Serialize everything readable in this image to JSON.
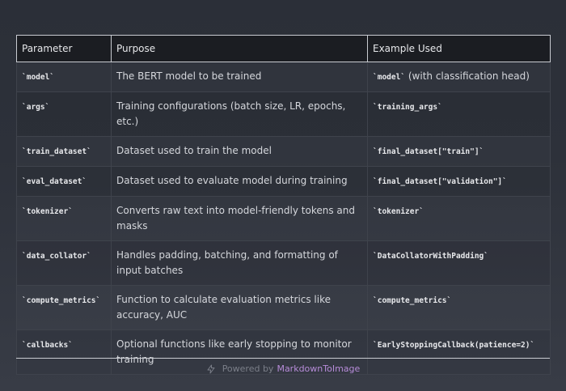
{
  "table": {
    "headers": [
      "Parameter",
      "Purpose",
      "Example Used"
    ],
    "rows": [
      {
        "param": "`model`",
        "purpose": "The BERT model to be trained",
        "example_code": "`model`",
        "example_text": " (with classification head)"
      },
      {
        "param": "`args`",
        "purpose": "Training configurations (batch size, LR, epochs, etc.)",
        "example_code": "`training_args`",
        "example_text": ""
      },
      {
        "param": "`train_dataset`",
        "purpose": "Dataset used to train the model",
        "example_code": "`final_dataset[\"train\"]`",
        "example_text": ""
      },
      {
        "param": "`eval_dataset`",
        "purpose": "Dataset used to evaluate model during training",
        "example_code": "`final_dataset[\"validation\"]`",
        "example_text": ""
      },
      {
        "param": "`tokenizer`",
        "purpose": "Converts raw text into model-friendly tokens and masks",
        "example_code": "`tokenizer`",
        "example_text": ""
      },
      {
        "param": "`data_collator`",
        "purpose": "Handles padding, batching, and formatting of input batches",
        "example_code": "`DataCollatorWithPadding`",
        "example_text": ""
      },
      {
        "param": "`compute_metrics`",
        "purpose": "Function to calculate evaluation metrics like accuracy, AUC",
        "example_code": "`compute_metrics`",
        "example_text": ""
      },
      {
        "param": "`callbacks`",
        "purpose": "Optional functions like early stopping to monitor training",
        "example_code": "`EarlyStoppingCallback(patience=2)`",
        "example_text": ""
      }
    ]
  },
  "footer": {
    "prefix": "Powered by",
    "brand": "MarkdownToImage",
    "icon": "bolt-icon",
    "brand_color": "#b78cd9"
  }
}
